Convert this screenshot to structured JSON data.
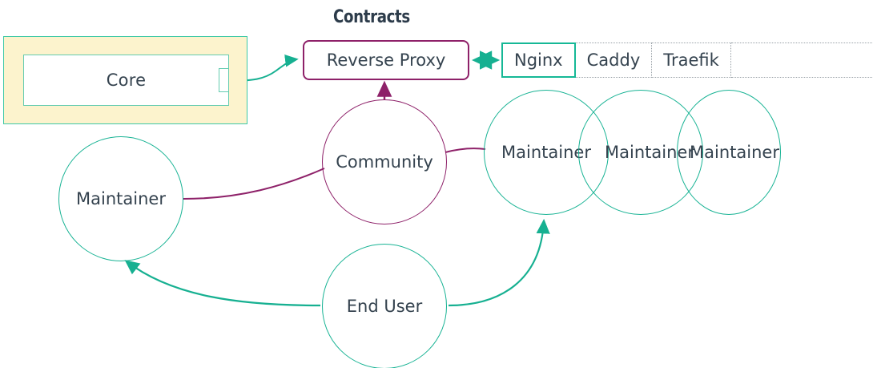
{
  "diagram": {
    "title": "Contracts",
    "type": "architecture-flow",
    "colors": {
      "teal": "#18b394",
      "teal_light": "#64ccb0",
      "purple": "#8e2169",
      "text": "#35434f",
      "cluster_fill": "#fcf3cd",
      "ghost_border": "#9aa2a8",
      "background": "#ffffff"
    }
  },
  "cluster": {
    "name": "core-cluster",
    "node": {
      "label": "Core",
      "has_port": true
    }
  },
  "reverse_proxy": {
    "label": "Reverse Proxy"
  },
  "options": [
    {
      "label": "Nginx",
      "state": "selected"
    },
    {
      "label": "Caddy",
      "state": "ghost"
    },
    {
      "label": "Traefik",
      "state": "ghost"
    },
    {
      "label": "",
      "state": "blank"
    }
  ],
  "circles": [
    {
      "id": "maintainer-left",
      "label": "Maintainer",
      "color": "teal"
    },
    {
      "id": "community",
      "label": "Community",
      "color": "purple"
    },
    {
      "id": "maintainer-1",
      "label": "Maintainer",
      "color": "teal"
    },
    {
      "id": "maintainer-2",
      "label": "Maintainer",
      "color": "teal"
    },
    {
      "id": "maintainer-3",
      "label": "Maintainer",
      "color": "teal"
    },
    {
      "id": "end-user",
      "label": "End User",
      "color": "teal"
    }
  ],
  "edges": [
    {
      "from": "core",
      "to": "reverse-proxy",
      "color": "teal",
      "arrow": "forward"
    },
    {
      "from": "reverse-proxy",
      "to": "nginx",
      "color": "teal",
      "arrow": "both"
    },
    {
      "from": "community",
      "to": "reverse-proxy",
      "color": "purple",
      "arrow": "forward"
    },
    {
      "from": "maintainer-left",
      "to": "community",
      "color": "purple",
      "arrow": "none"
    },
    {
      "from": "community",
      "to": "maintainer-1",
      "color": "purple",
      "arrow": "none"
    },
    {
      "from": "end-user",
      "to": "maintainer-left",
      "color": "teal",
      "arrow": "forward"
    },
    {
      "from": "end-user",
      "to": "maintainer-1",
      "color": "teal",
      "arrow": "forward"
    }
  ]
}
